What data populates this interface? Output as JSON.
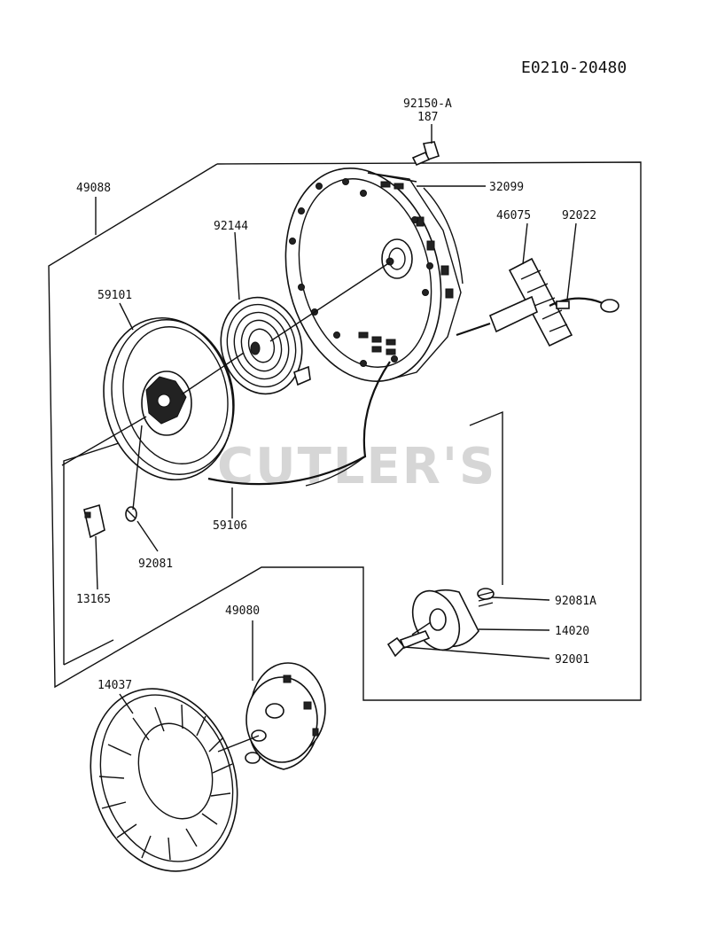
{
  "diagram": {
    "code": "E0210-20480",
    "watermark": "CUTLER'S",
    "colors": {
      "ink": "#111111",
      "watermark": "#d6d6d6",
      "background": "#ffffff"
    },
    "labels": {
      "p92150a": "92150-A",
      "p187": "187",
      "p49088": "49088",
      "p32099": "32099",
      "p46075": "46075",
      "p92022": "92022",
      "p92144": "92144",
      "p59101": "59101",
      "p59106": "59106",
      "p92081": "92081",
      "p13165": "13165",
      "p49080": "49080",
      "p92081a": "92081A",
      "p14020": "14020",
      "p92001": "92001",
      "p14037": "14037"
    }
  }
}
